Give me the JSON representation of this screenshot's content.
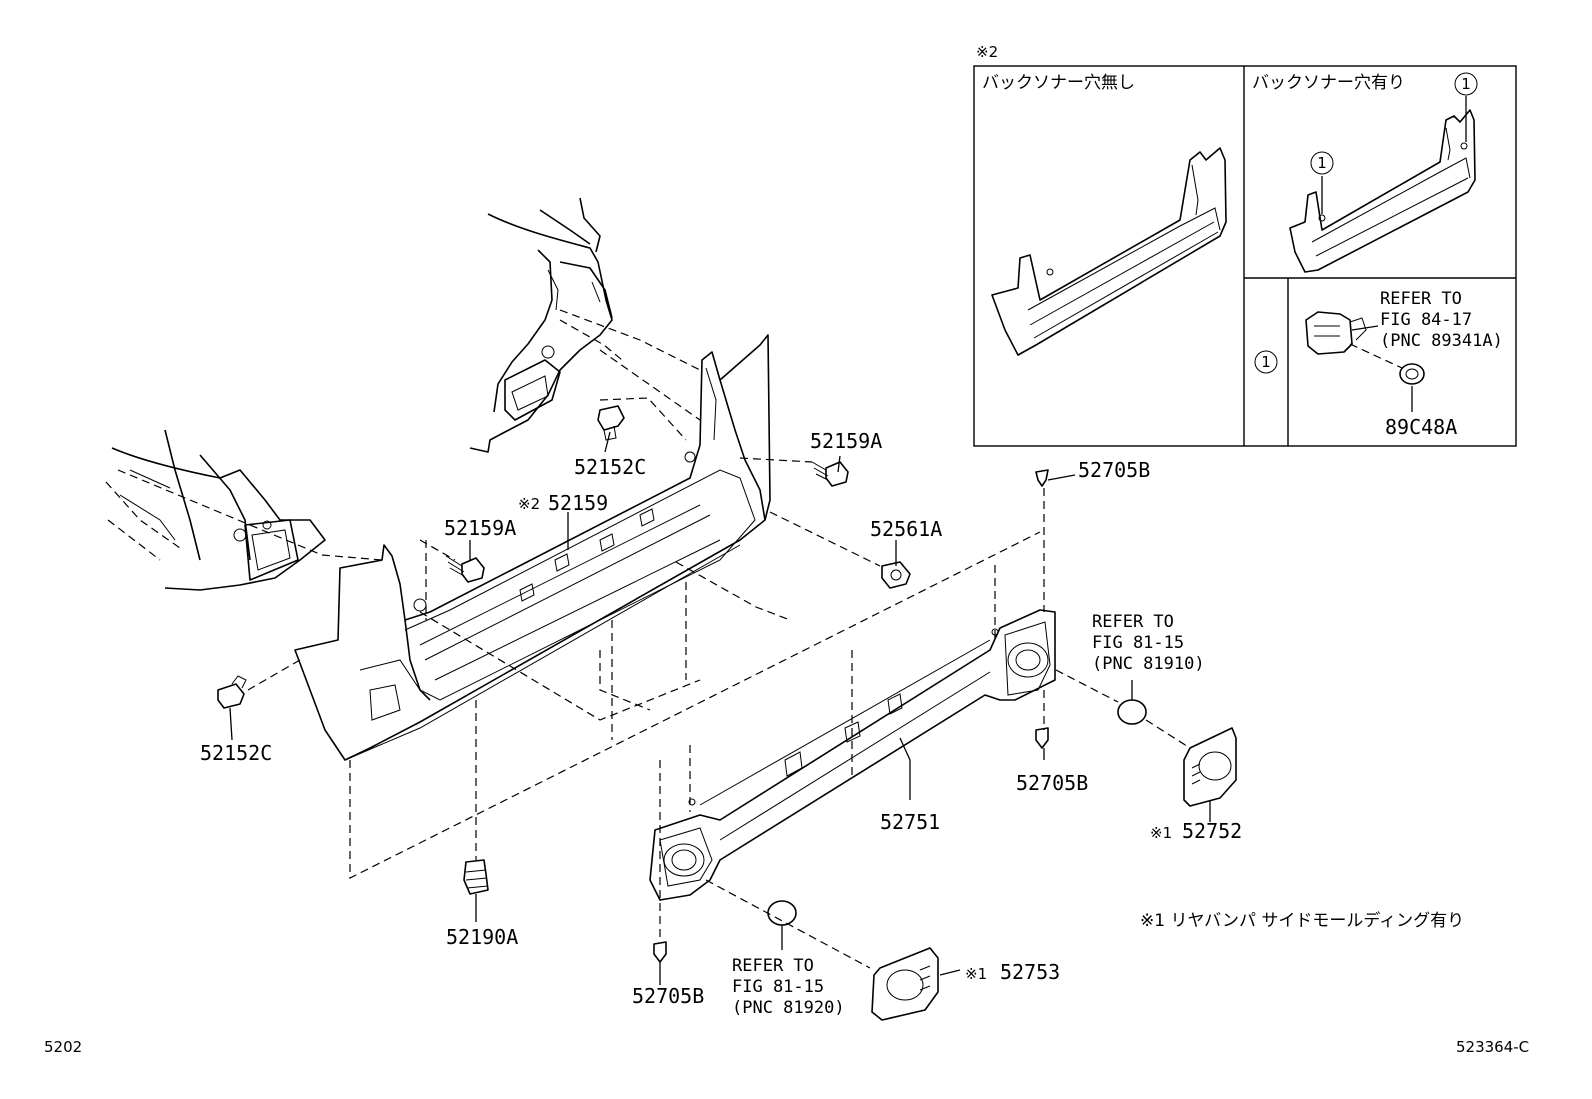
{
  "labels": {
    "p52159A_top": "52159A",
    "p52152C_top": "52152C",
    "p52159A_left": "52159A",
    "note2_marker": "※2",
    "p52159": "52159",
    "p52561A": "52561A",
    "p52152C_left": "52152C",
    "p52190A": "52190A",
    "p52705B_top": "52705B",
    "p52705B_mid": "52705B",
    "p52705B_bot": "52705B",
    "p52751": "52751",
    "p52752_marker": "※1",
    "p52752": "52752",
    "p52753_marker": "※1",
    "p52753": "52753",
    "p89C48A": "89C48A"
  },
  "refs": {
    "right": {
      "l1": "REFER TO",
      "l2": "FIG 81-15",
      "l3": "(PNC 81910)"
    },
    "bottom": {
      "l1": "REFER TO",
      "l2": "FIG 81-15",
      "l3": "(PNC 81920)"
    },
    "inset": {
      "l1": "REFER TO",
      "l2": "FIG 84-17",
      "l3": "(PNC 89341A)"
    }
  },
  "inset": {
    "marker": "※2",
    "left_title": "バックソナー穴無し",
    "right_title": "バックソナー穴有り",
    "circled_one": "①"
  },
  "footnote": "※1 リヤバンパ サイドモールディング有り",
  "footer": {
    "page_code": "5202",
    "illustration_code": "523364-C"
  }
}
